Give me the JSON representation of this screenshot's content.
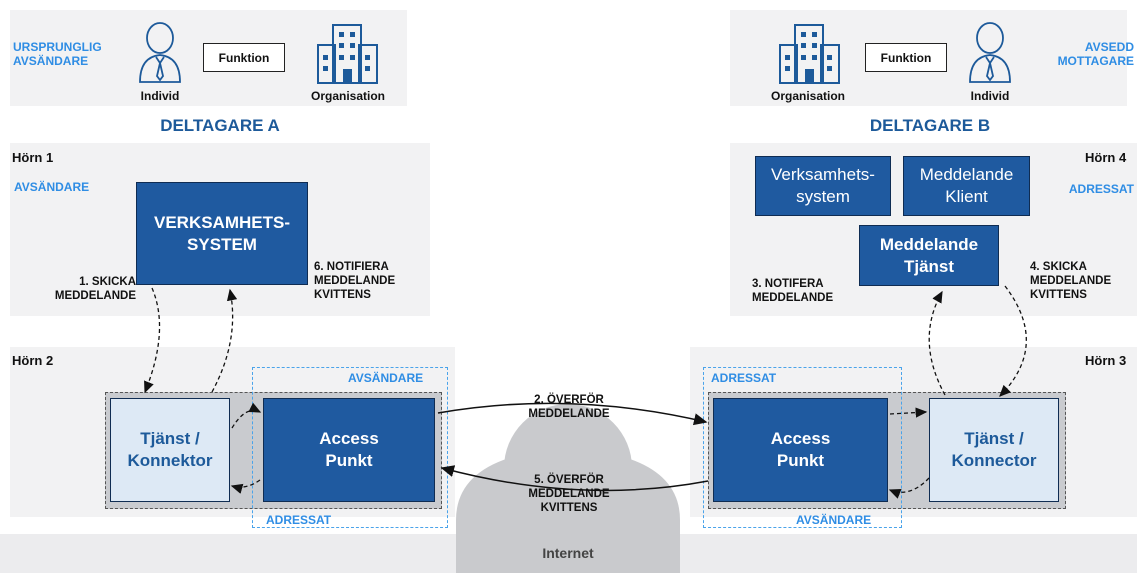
{
  "top": {
    "left": {
      "role_label": "URSPRUNGLIG AVSÄNDARE",
      "function_label": "Funktion",
      "individ_label": "Individ",
      "organisation_label": "Organisation",
      "title": "DELTAGARE A"
    },
    "right": {
      "role_label": "AVSEDD MOTTAGARE",
      "function_label": "Funktion",
      "individ_label": "Individ",
      "organisation_label": "Organisation",
      "title": "DELTAGARE B"
    }
  },
  "corners": {
    "c1": "Hörn 1",
    "c2": "Hörn 2",
    "c3": "Hörn 3",
    "c4": "Hörn 4"
  },
  "corner1": {
    "role": "AVSÄNDARE",
    "system": "VERKSAMHETS-SYSTEM",
    "step1": "1. SKICKA MEDDELANDE",
    "step6": "6. NOTIFIERA MEDDELANDE KVITTENS"
  },
  "corner4": {
    "role": "ADRESSAT",
    "box_system": "Verksamhets-system",
    "box_client": "Meddelande Klient",
    "box_service": "Meddelande Tjänst",
    "step3": "3. NOTIFERA MEDDELANDE",
    "step4": "4. SKICKA MEDDELANDE KVITTENS"
  },
  "corner2": {
    "service": "Tjänst / Konnektor",
    "access": "Access Punkt",
    "top_role": "AVSÄNDARE",
    "bottom_role": "ADRESSAT"
  },
  "corner3": {
    "service": "Tjänst / Konnector",
    "access": "Access Punkt",
    "top_role": "ADRESSAT",
    "bottom_role": "AVSÄNDARE"
  },
  "transfer": {
    "step2": "2. ÖVERFÖR MEDDELANDE",
    "step5": "5. ÖVERFÖR MEDDELANDE KVITTENS"
  },
  "internet_label": "Internet",
  "colors": {
    "dark_box": "#1f5aa0",
    "light_box": "#dde9f5",
    "accent_text": "#2f8de4",
    "panel": "#f2f2f3"
  }
}
